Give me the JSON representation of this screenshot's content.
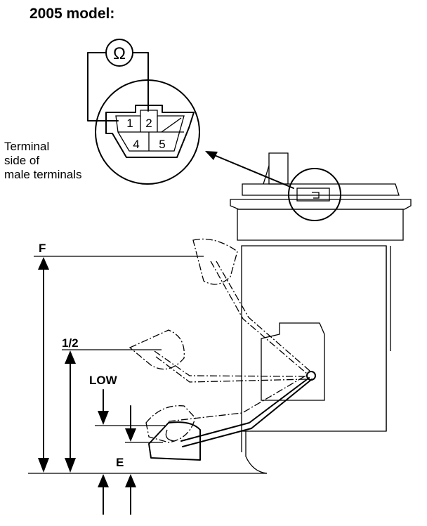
{
  "title": "2005 model:",
  "ohmmeter_symbol": "Ω",
  "connector": {
    "pins": [
      "1",
      "2",
      "4",
      "5"
    ]
  },
  "callout_label": [
    "Terminal",
    "side of",
    "male terminals"
  ],
  "levels": {
    "full": "F",
    "half": "1/2",
    "low": "LOW",
    "empty": "E"
  }
}
